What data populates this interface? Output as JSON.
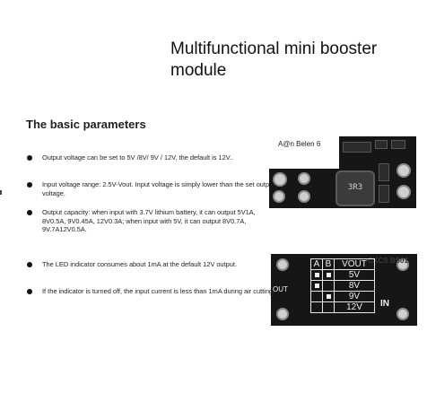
{
  "title_lines": [
    "Multifunctional mini booster",
    "module"
  ],
  "section_heading": "The basic parameters",
  "bullets": [
    {
      "text": "Output voltage can be set to 5V /8V/ 9V / 12V, the default is 12V.."
    },
    {
      "text": "Input voltage range: 2.5V-Vout. Input voltage is simply lower than the set output voltage."
    },
    {
      "text": "Output capacity: when input with 3.7V lithium battery, it can output 5V1A, 8V0.5A, 9V0.45A, 12V0.3A; when input with 5V, it can output 8V0.7A, 9V.7A12V0.5A."
    },
    {
      "text": "The LED indicator consumes about 1mA at the default 12V output."
    },
    {
      "text": "If the indicator is turned off, the input current is less than 1mA during air cutting."
    }
  ],
  "board_top": {
    "tag": "A@n Belen 6",
    "inductor_label": "3R3"
  },
  "board_bottom": {
    "out_label": "OUT",
    "in_label": "IN",
    "side_code": "CKCS BS01",
    "table_header": [
      "A",
      "B",
      "VOUT"
    ],
    "voltages": [
      "5V",
      "8V",
      "9V",
      "12V"
    ]
  }
}
